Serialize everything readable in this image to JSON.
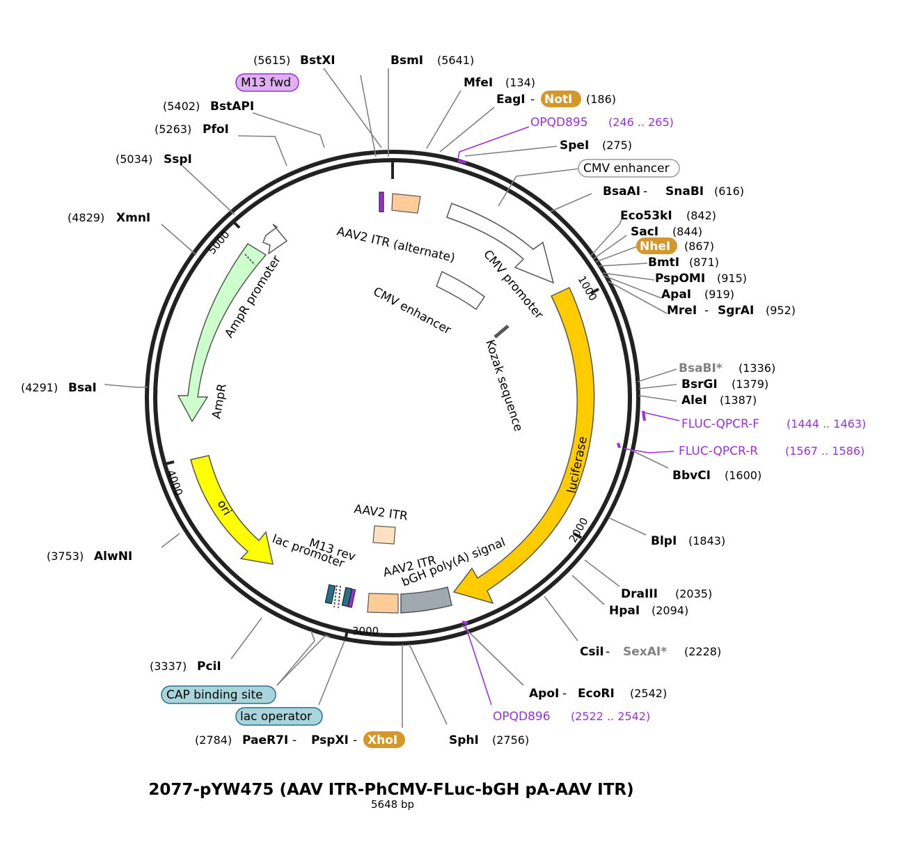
{
  "plasmid": {
    "name": "2077-pYW475 (AAV ITR-PhCMV-FLuc-bGH pA-AAV ITR)",
    "length_label": "5648 bp",
    "length": 5648
  },
  "ticks": [
    "1000",
    "2000",
    "3000",
    "4000",
    "5000"
  ],
  "sites": [
    {
      "name": "BstXI",
      "pos": "(5615)"
    },
    {
      "name": "BsmI",
      "pos": "(5641)"
    },
    {
      "name": "MfeI",
      "pos": "(134)"
    },
    {
      "name": "EagI",
      "sep": " - ",
      "name2": "NotI",
      "pos": "(186)"
    },
    {
      "name": "OPQD895",
      "pos": "(246 .. 265)"
    },
    {
      "name": "SpeI",
      "pos": "(275)"
    },
    {
      "name": "CMV enhancer"
    },
    {
      "name": "BsaAI",
      "sep": " - ",
      "name2": "SnaBI",
      "pos": "(616)"
    },
    {
      "name": "Eco53kI",
      "pos": "(842)"
    },
    {
      "name": "SacI",
      "pos": "(844)"
    },
    {
      "name": "NheI",
      "pos": "(867)"
    },
    {
      "name": "BmtI",
      "pos": "(871)"
    },
    {
      "name": "PspOMI",
      "pos": "(915)"
    },
    {
      "name": "ApaI",
      "pos": "(919)"
    },
    {
      "name": "MreI",
      "sep": " - ",
      "name2": "SgrAI",
      "pos": "(952)"
    },
    {
      "name": "BsaBI*",
      "pos": "(1336)"
    },
    {
      "name": "BsrGI",
      "pos": "(1379)"
    },
    {
      "name": "AleI",
      "pos": "(1387)"
    },
    {
      "name": "FLUC-QPCR-F",
      "pos": "(1444 .. 1463)"
    },
    {
      "name": "FLUC-QPCR-R",
      "pos": "(1567 .. 1586)"
    },
    {
      "name": "BbvCI",
      "pos": "(1600)"
    },
    {
      "name": "BlpI",
      "pos": "(1843)"
    },
    {
      "name": "DraIII",
      "pos": "(2035)"
    },
    {
      "name": "HpaI",
      "pos": "(2094)"
    },
    {
      "name": "CsiI",
      "sep": " - ",
      "name2": "SexAI*",
      "pos": "(2228)"
    },
    {
      "name": "ApoI",
      "sep": " - ",
      "name2": "EcoRI",
      "pos": "(2542)"
    },
    {
      "name": "OPQD896",
      "pos": "(2522 .. 2542)"
    },
    {
      "name": "SphI",
      "pos": "(2756)"
    },
    {
      "name": "PaeR7I",
      "sep": " - ",
      "name2": "PspXI",
      "sep2": " - ",
      "name3": "XhoI",
      "pos": "(2784)"
    },
    {
      "name": "lac operator"
    },
    {
      "name": "CAP binding site"
    },
    {
      "name": "PciI",
      "pos": "(3337)"
    },
    {
      "name": "AlwNI",
      "pos": "(3753)"
    },
    {
      "name": "BsaI",
      "pos": "(4291)"
    },
    {
      "name": "XmnI",
      "pos": "(4829)"
    },
    {
      "name": "SspI",
      "pos": "(5034)"
    },
    {
      "name": "PfoI",
      "pos": "(5263)"
    },
    {
      "name": "BstAPI",
      "pos": "(5402)"
    },
    {
      "name": "M13 fwd"
    }
  ],
  "features": [
    {
      "name": "AAV2 ITR (alternate)",
      "color": "#ffcc99"
    },
    {
      "name": "CMV promoter",
      "color": "#ffffff"
    },
    {
      "name": "CMV enhancer",
      "color": "#ffffff"
    },
    {
      "name": "Kozak sequence",
      "color": "#555555"
    },
    {
      "name": "luciferase",
      "color": "#ffcc00"
    },
    {
      "name": "bGH poly(A) signal",
      "color": "#a0a8b0"
    },
    {
      "name": "AAV2 ITR",
      "color": "#ffcc99"
    },
    {
      "name": "AAV2 ITR",
      "color": "#ffe0c0"
    },
    {
      "name": "M13 rev",
      "color": "#9b30d9"
    },
    {
      "name": "lac promoter",
      "color": "#2a6f8a"
    },
    {
      "name": "ori",
      "color": "#ffff00"
    },
    {
      "name": "AmpR",
      "color": "#ccffcc"
    },
    {
      "name": "AmpR promoter",
      "color": "#ffffff"
    }
  ],
  "colors": {
    "backbone": "#222222",
    "primer": "#9b30d9",
    "unique_enzyme_highlight": "#d4982a",
    "feature_bubble_blue": "#a8d4dc",
    "feature_bubble_purple": "#e0b0f0",
    "leader_line": "#808080"
  }
}
